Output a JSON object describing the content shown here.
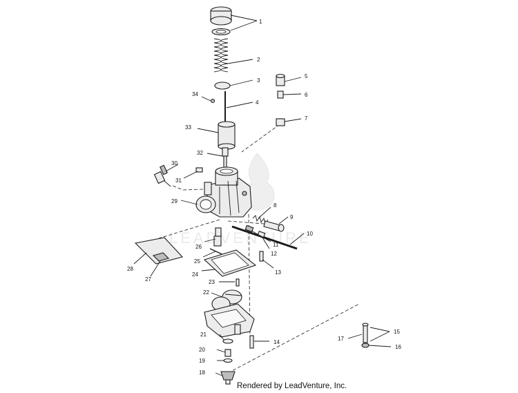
{
  "callouts": [
    {
      "n": "1"
    },
    {
      "n": "2"
    },
    {
      "n": "3"
    },
    {
      "n": "4"
    },
    {
      "n": "5"
    },
    {
      "n": "6"
    },
    {
      "n": "7"
    },
    {
      "n": "8"
    },
    {
      "n": "9"
    },
    {
      "n": "10"
    },
    {
      "n": "11"
    },
    {
      "n": "12"
    },
    {
      "n": "13"
    },
    {
      "n": "14"
    },
    {
      "n": "15"
    },
    {
      "n": "16"
    },
    {
      "n": "17"
    },
    {
      "n": "18"
    },
    {
      "n": "19"
    },
    {
      "n": "20"
    },
    {
      "n": "21"
    },
    {
      "n": "22"
    },
    {
      "n": "23"
    },
    {
      "n": "24"
    },
    {
      "n": "25"
    },
    {
      "n": "26"
    },
    {
      "n": "27"
    },
    {
      "n": "28"
    },
    {
      "n": "29"
    },
    {
      "n": "30"
    },
    {
      "n": "31"
    },
    {
      "n": "32"
    },
    {
      "n": "33"
    },
    {
      "n": "34"
    }
  ],
  "watermark": "LEADVENTURE",
  "credit": "Rendered by LeadVenture, Inc."
}
